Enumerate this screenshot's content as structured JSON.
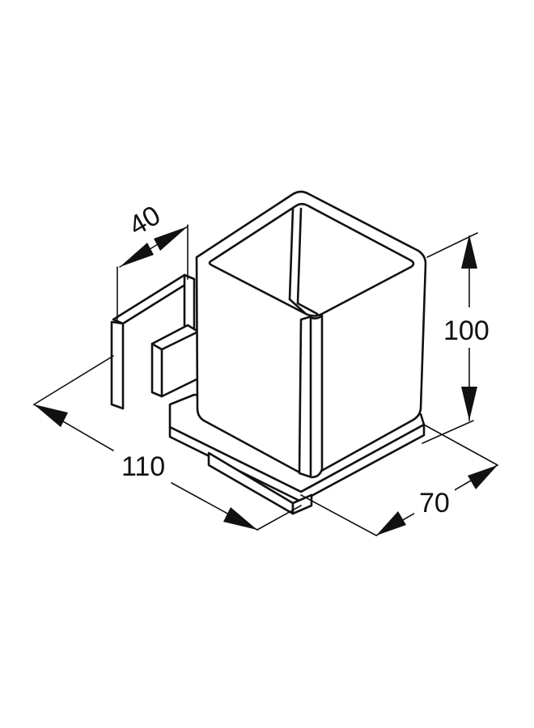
{
  "dimensions": {
    "depth_wall": "40",
    "width": "110",
    "height": "100",
    "base_depth": "70"
  },
  "colors": {
    "background": "#ffffff",
    "line": "#111111"
  }
}
